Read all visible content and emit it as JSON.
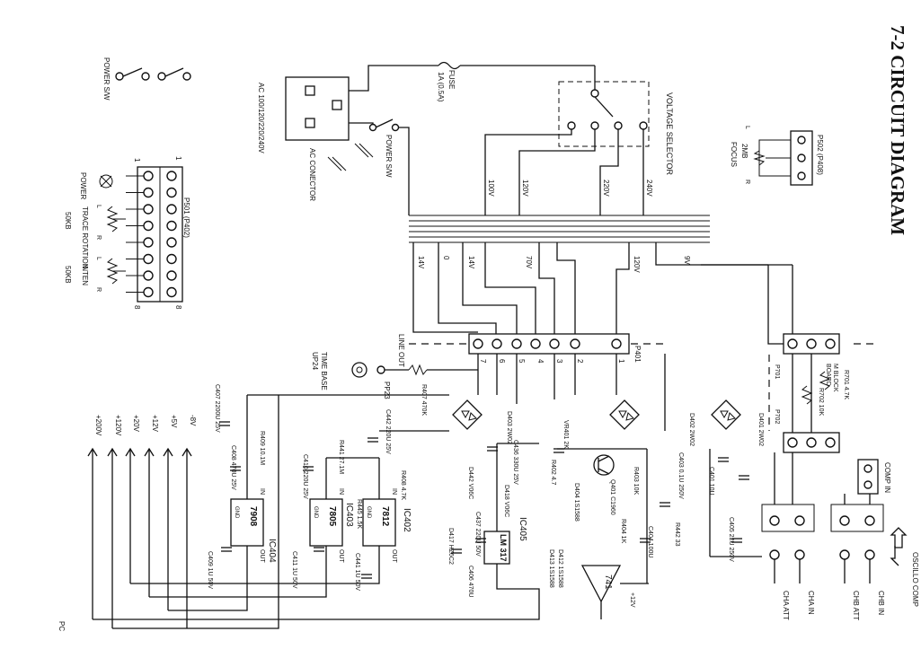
{
  "title": "7-2 CIRCUIT DIAGRAM",
  "connectors": {
    "p502": "P502 (P408)",
    "p501": "P501 (P402)",
    "p401": "P401",
    "ac_connector": "AC CONECTOR",
    "ac_voltage": "AC 100/120/220/240V"
  },
  "controls": {
    "power_sw_left": "POWER S/W",
    "power_sw_mid": "POWER S/W",
    "power": "POWER",
    "trace_rotation": "TRACE ROTATION",
    "trace_rotation_value": "50KB",
    "inten": "INTEN",
    "inten_value": "50KB",
    "focus": "FOCUS",
    "focus_value": "2MB",
    "voltage_selector": "VOLTAGE SELECTOR",
    "fuse": "FUSE",
    "fuse_rating": "1A (0.5A)",
    "line_out": "LINE OUT",
    "time_base": "TIME BASE",
    "time_base_ref": "UP24",
    "pp23": "PP23",
    "m_block": "M BLOCK",
    "board": "BOARD",
    "comp_in": "COMP IN",
    "oscillo_comp": "OSCILLO COMP"
  },
  "voltage_taps": [
    "100V",
    "120V",
    "220V",
    "240V"
  ],
  "secondary_taps": [
    "14V",
    "0",
    "14V",
    "70V",
    "120V",
    "9V"
  ],
  "p401_pins": [
    "7",
    "6",
    "5",
    "4",
    "3",
    "2",
    "1"
  ],
  "rails": [
    "+200V",
    "+120V",
    "+20V",
    "+12V",
    "+5V",
    "-8V"
  ],
  "ics": {
    "ic402": "IC402",
    "ic402_part": "7812",
    "ic403": "IC403",
    "ic403_part": "7805",
    "ic404": "IC404",
    "ic404_part": "7908",
    "ic405": "IC405",
    "ic405_part": "LM 317",
    "opamp": "741",
    "pin_in": "IN",
    "pin_out": "OUT",
    "pin_gnd": "GND"
  },
  "components": {
    "d401": "D401 2W02",
    "d402": "D402 2W02",
    "d403": "D403 2W02",
    "r701": "R701 4.7K",
    "r702": "R702 10K",
    "r407": "R407 470K",
    "r409": "R409 10.1M",
    "r408": "R408 4.7K",
    "r441": "R441 27.1M",
    "r445": "R445 1.5K",
    "r404": "R404 1K",
    "r403": "R403 10K",
    "r402": "R402 4.7",
    "r442": "R442 33",
    "vr401": "VR401 2K",
    "c407": "C407 2200U 25V",
    "c408": "C408 470U 25V",
    "c409": "C409 1U 50V",
    "c410": "C410 220U 25V",
    "c411": "C411 1U 50V",
    "c442": "C442 220U 25V",
    "c441": "C441 1U 50V",
    "c436": "C436 330U 25V",
    "c437": "C437 220U 50V",
    "c406": "C406 470U",
    "c401": "C401 10U",
    "c403": "C403 0.1U 250V",
    "c405": "C405 22U 250V",
    "c404": "C404 100U",
    "d418": "D418 V06C",
    "d413": "D413 1S1588",
    "d412": "D412 1S1588",
    "d404": "D404 1S1588",
    "d417": "D417 HZ6C2",
    "q401": "Q401 C1960",
    "d442": "D442 V06C"
  },
  "outputs": {
    "cha_in": "CHA IN",
    "cha_att": "CHA ATT",
    "chb_in": "CHB IN",
    "chb_att": "CHB ATT"
  },
  "page_label": "PC"
}
